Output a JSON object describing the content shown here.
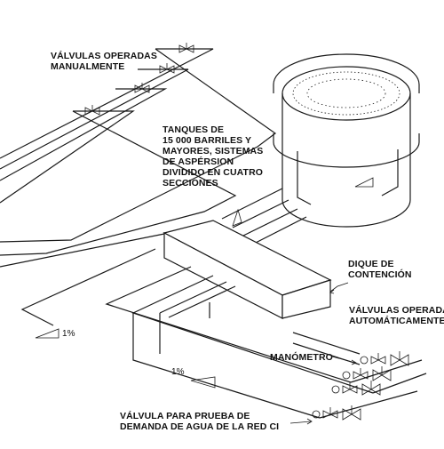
{
  "labels": {
    "manual_valves": "VÁLVULAS OPERADAS\nMANUALMENTE",
    "tanks": "TANQUES DE\n15 000 BARRILES Y\nMAYORES, SISTEMAS\nDE ASPÉRSION\nDIVIDIDO EN CUATRO\nSECCIONES",
    "dike": "DIQUE DE\nCONTENCIÓN",
    "auto_valves": "VÁLVULAS OPERADA\nAUTOMÁTICAMENTE",
    "manometer": "MANÓMETRO",
    "slope_upper": "1%",
    "slope_lower": "1%",
    "test_valve": "VÁLVULA PARA PRUEBA DE\nDEMANDA DE AGUA DE LA RED CI"
  }
}
